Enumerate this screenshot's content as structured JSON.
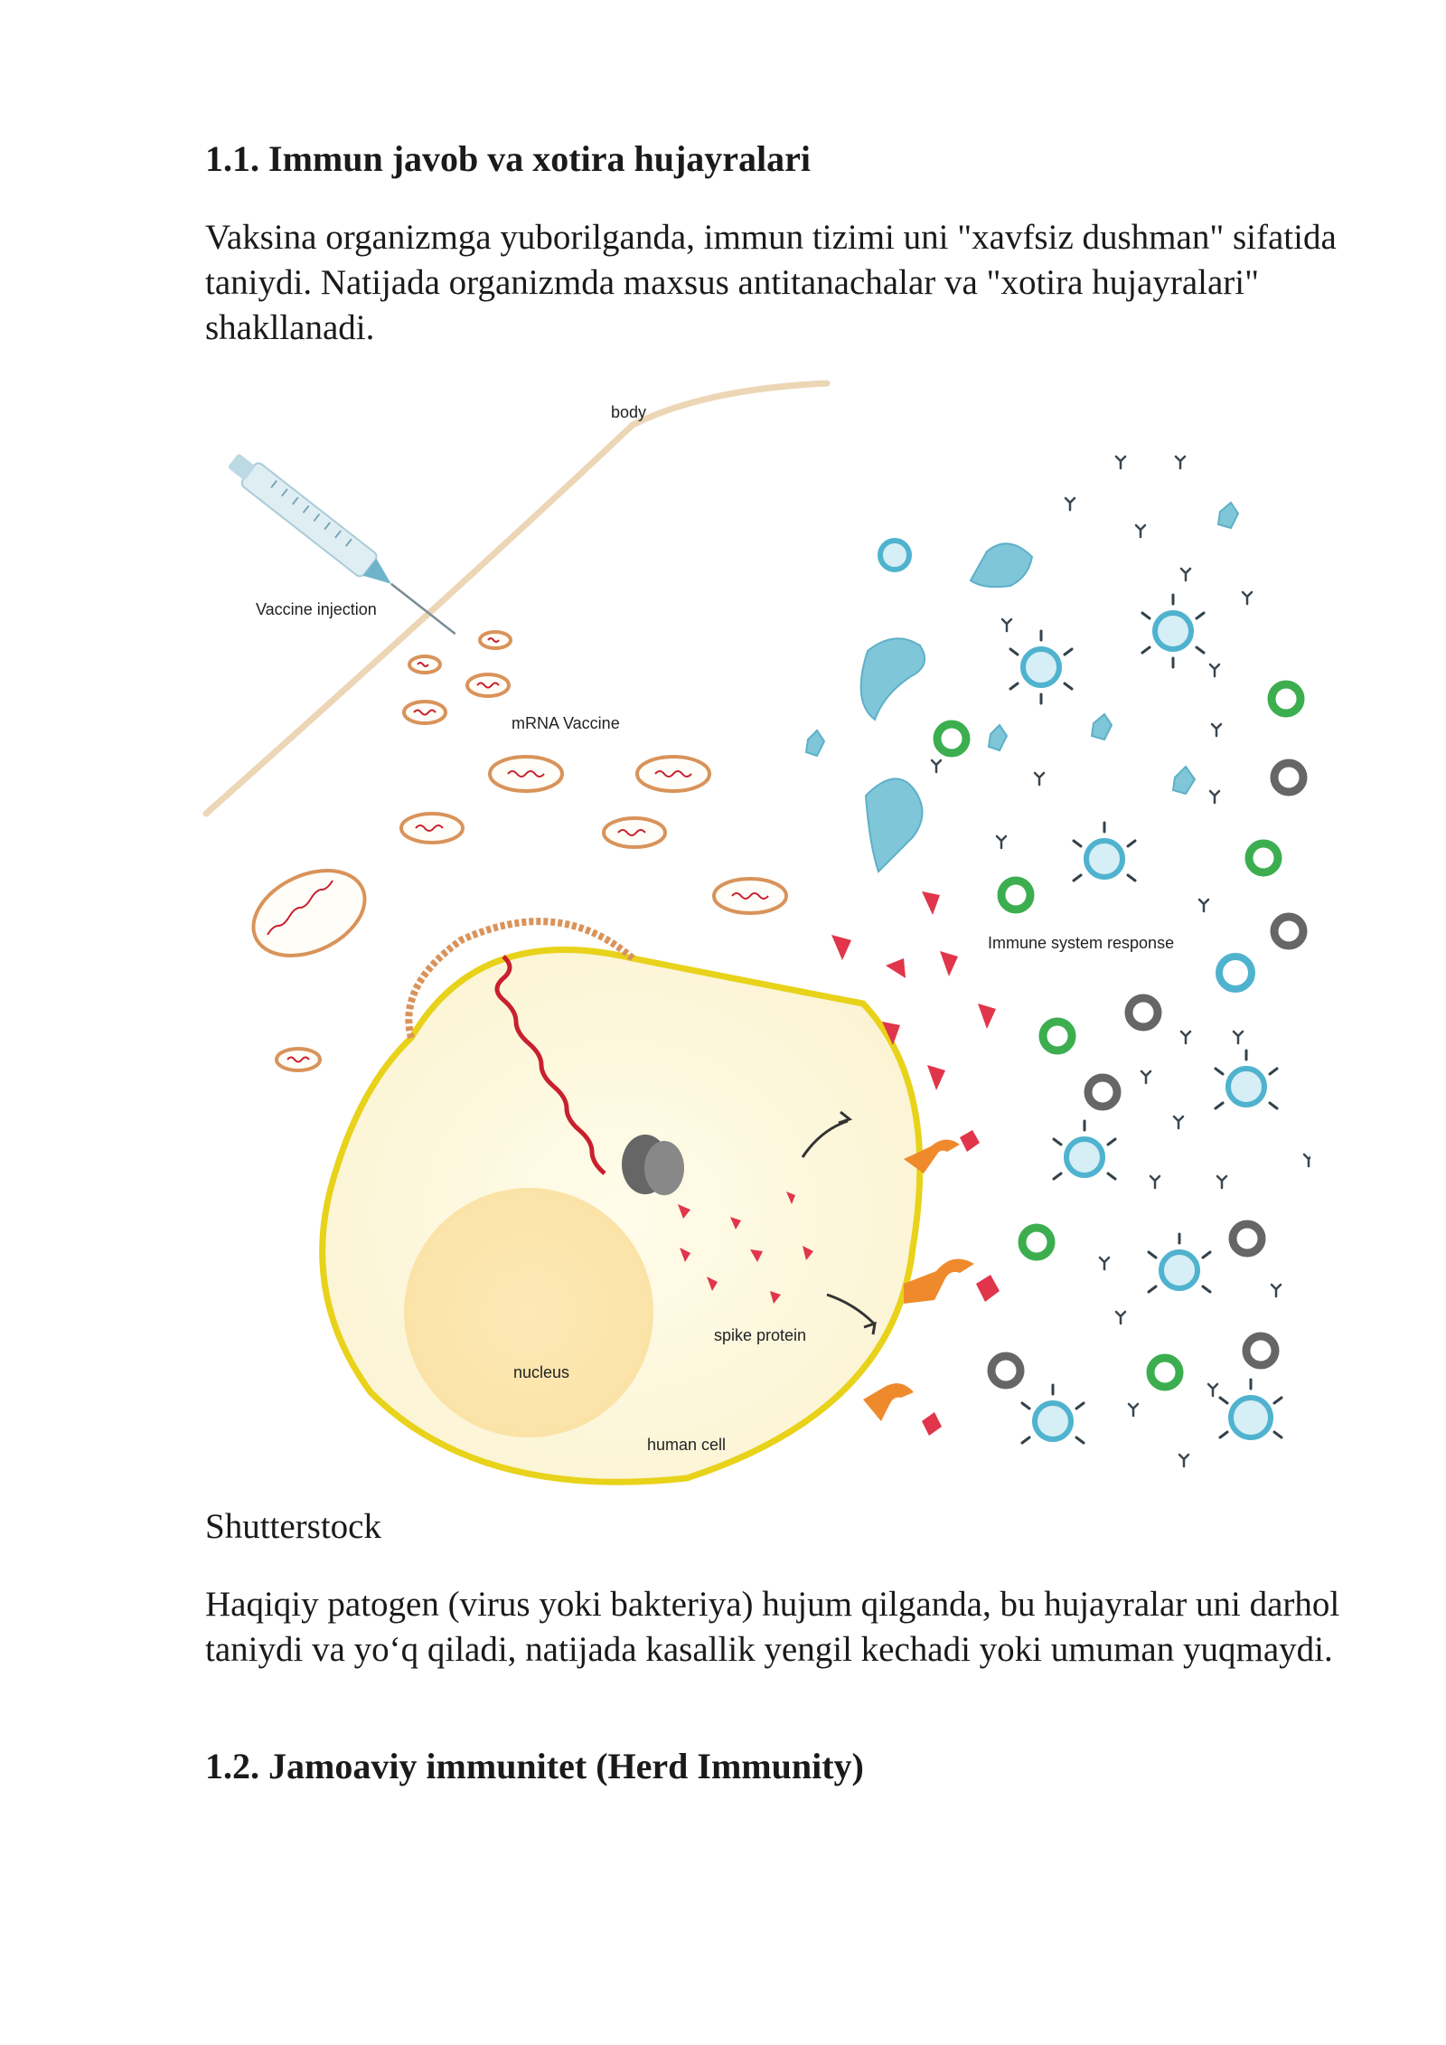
{
  "section_1": {
    "heading": "1.1. Immun javob va xotira hujayralari",
    "paragraph": "Vaksina organizmga yuborilganda, immun tizimi uni \"xavfsiz dushman\" sifatida taniydi. Natijada organizmda maxsus antitanachalar va \"xotira hujayralari\" shakllanadi."
  },
  "figure": {
    "labels": {
      "body": "body",
      "vaccine_injection": "Vaccine injection",
      "mrna_vaccine": "mRNA Vaccine",
      "immune_response": "Immune system response",
      "spike_protein": "spike protein",
      "nucleus": "nucleus",
      "human_cell": "human cell"
    },
    "caption": "Shutterstock"
  },
  "section_1_cont": {
    "paragraph": "Haqiqiy patogen (virus yoki bakteriya) hujum qilganda, bu hujayralar uni darhol taniydi va yo‘q qiladi, natijada kasallik yengil kechadi yoki umuman yuqmaydi."
  },
  "section_2": {
    "heading": "1.2. Jamoaviy immunitet (Herd Immunity)"
  },
  "colors": {
    "cell_membrane": "#e8d21a",
    "mrna_capsule": "#d9935a",
    "rna_strand": "#c8202e",
    "spike_protein": "#e0354a",
    "receptor": "#ef8a2c",
    "immune_cell": "#4fb3cf",
    "memory_cell_green": "#3cae4f",
    "memory_cell_gray": "#666666"
  }
}
